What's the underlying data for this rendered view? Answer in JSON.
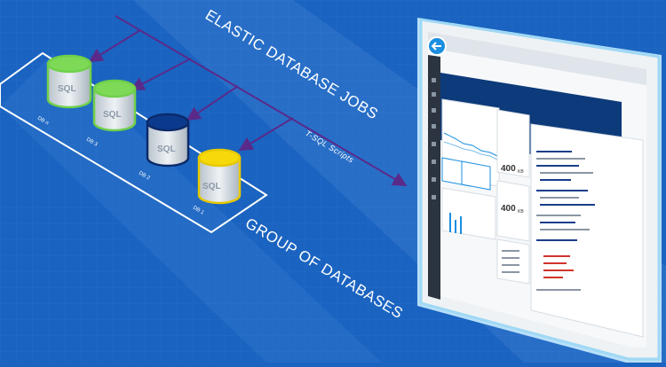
{
  "labels": {
    "jobs_title": "ELASTIC DATABASE JOBS",
    "group_title": "GROUP OF DATABASES",
    "scripts": "T-SQL Scripts"
  },
  "databases": [
    {
      "name": "DB n",
      "badge": "SQL",
      "color": "#7ed957"
    },
    {
      "name": "DB 3",
      "badge": "SQL",
      "color": "#7ed957"
    },
    {
      "name": "DB 2",
      "badge": "SQL",
      "color": "#0b3a8c"
    },
    {
      "name": "DB 1",
      "badge": "SQL",
      "color": "#f5d90a"
    }
  ],
  "monitor": {
    "tile_1_value": "400",
    "tile_1_unit": "KB",
    "tile_2_value": "400",
    "tile_2_unit": "KB"
  },
  "colors": {
    "background": "#1a63c0",
    "arrows": "#5a2a8a",
    "green": "#7ed957",
    "navy": "#0b3a8c",
    "yellow": "#f5d90a",
    "monitor_frame": "#c9ecff"
  }
}
